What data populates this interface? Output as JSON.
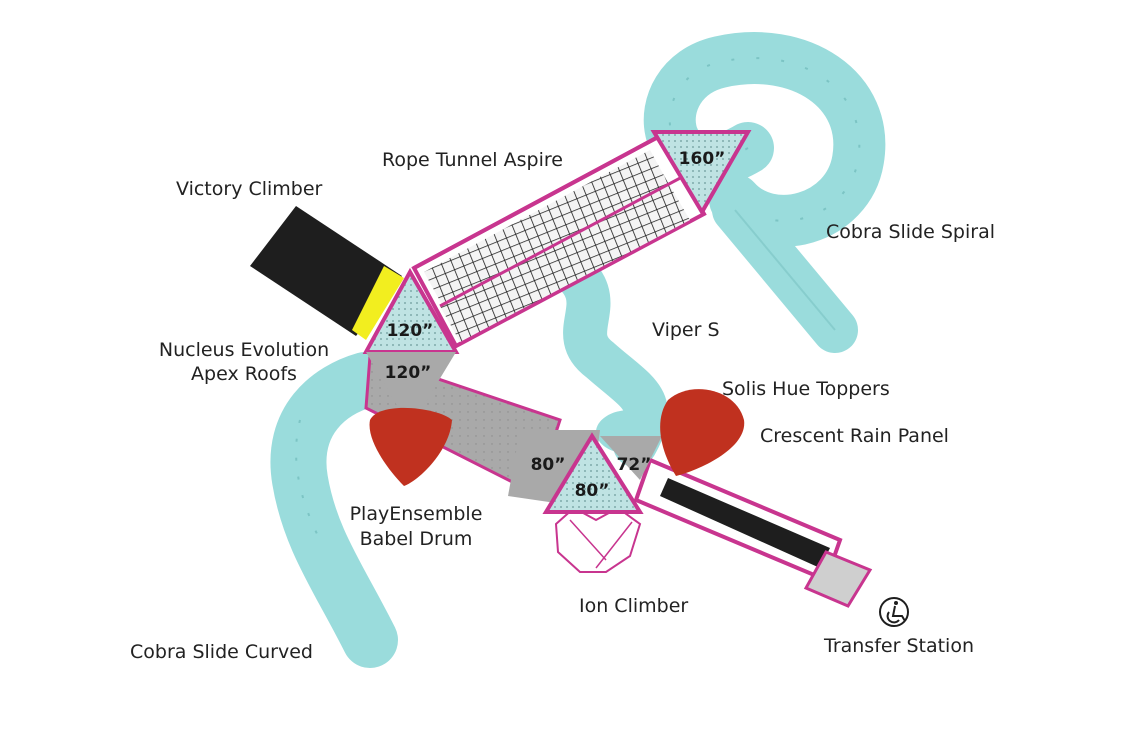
{
  "labels": {
    "rope_tunnel": "Rope Tunnel Aspire",
    "victory_climber": "Victory Climber",
    "cobra_spiral": "Cobra Slide Spiral",
    "viper_s": "Viper S",
    "nucleus_line1": "Nucleus Evolution",
    "nucleus_line2": "Apex Roofs",
    "solis": "Solis Hue Toppers",
    "crescent": "Crescent Rain Panel",
    "babel_line1": "PlayEnsemble",
    "babel_line2": "Babel Drum",
    "ion": "Ion Climber",
    "cobra_curved": "Cobra Slide Curved",
    "transfer": "Transfer Station"
  },
  "deck_heights": {
    "deck_top_right": "160”",
    "deck_left_upper": "120”",
    "deck_left_lower": "120”",
    "deck_center_left": "80”",
    "deck_center": "80”",
    "deck_right": "72”"
  },
  "icons": {
    "accessibility": "wheelchair-icon"
  },
  "colors": {
    "slide": "#9adcdc",
    "frame": "#c8358f",
    "roof_red": "#c0311f",
    "deck_grey": "#a9a9a9",
    "roof_teal": "#bfe3e3",
    "victory_black": "#1e1e1e",
    "victory_yellow": "#f2ee1f"
  }
}
